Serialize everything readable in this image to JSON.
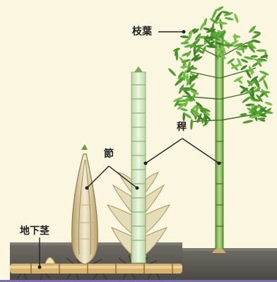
{
  "labels": {
    "branch_leaves": "枝葉",
    "culm": "稈",
    "node": "節",
    "rhizome": "地下茎"
  }
}
